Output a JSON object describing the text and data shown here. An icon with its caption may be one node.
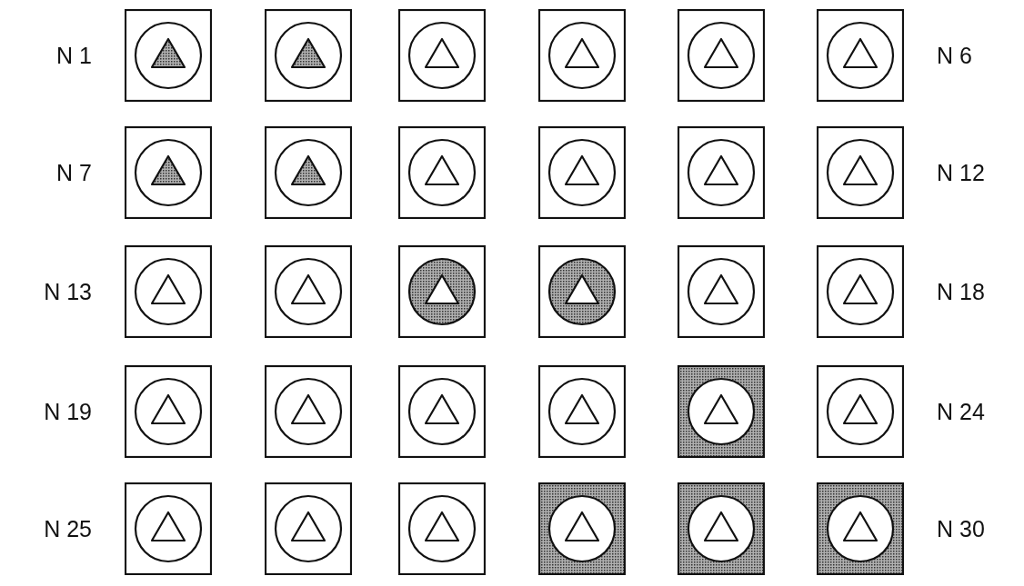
{
  "diagram": {
    "nodes": [
      {
        "text": [],
        "shape": "box",
        "beside": [
          "N 1"
        ]
      },
      {
        "text": [],
        "shape": "box"
      },
      {
        "text": [],
        "shape": "box"
      },
      {
        "text": [],
        "shape": "box"
      },
      {
        "text": [],
        "shape": "box"
      },
      {
        "text": [],
        "shape": "box",
        "beside": [
          "N 6"
        ]
      },
      {
        "text": [],
        "shape": "box",
        "beside": [
          "N 7"
        ]
      },
      {
        "text": [],
        "shape": "box"
      },
      {
        "text": [],
        "shape": "box"
      },
      {
        "text": [],
        "shape": "box"
      },
      {
        "text": [],
        "shape": "box"
      },
      {
        "text": [],
        "shape": "box",
        "beside": [
          "N 12"
        ]
      },
      {
        "text": [],
        "shape": "box",
        "beside": [
          "N 13"
        ]
      },
      {
        "text": [],
        "shape": "box"
      },
      {
        "text": [],
        "shape": "box"
      },
      {
        "text": [],
        "shape": "box"
      },
      {
        "text": [],
        "shape": "box"
      },
      {
        "text": [],
        "shape": "box",
        "beside": [
          "N 18"
        ]
      },
      {
        "text": [],
        "shape": "box",
        "beside": [
          "N 19"
        ]
      },
      {
        "text": [],
        "shape": "box"
      },
      {
        "text": [],
        "shape": "box"
      },
      {
        "text": [],
        "shape": "box"
      },
      {
        "text": [],
        "shape": "box"
      },
      {
        "text": [],
        "shape": "box",
        "beside": [
          "N 24"
        ]
      },
      {
        "text": [],
        "shape": "box",
        "beside": [
          "N 25"
        ]
      },
      {
        "text": [],
        "shape": "box"
      },
      {
        "text": [],
        "shape": "box"
      },
      {
        "text": [],
        "shape": "box"
      },
      {
        "text": [],
        "shape": "box"
      },
      {
        "text": [],
        "shape": "box",
        "beside": [
          "N 30"
        ]
      }
    ]
  }
}
